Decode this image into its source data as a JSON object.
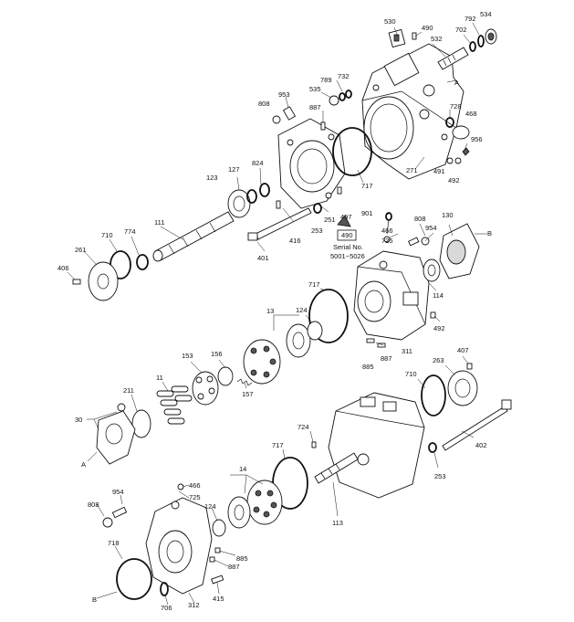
{
  "diagram": {
    "parts": [
      {
        "id": "p530",
        "text": "530"
      },
      {
        "id": "p490a",
        "text": "490"
      },
      {
        "id": "p792",
        "text": "792"
      },
      {
        "id": "p534",
        "text": "534"
      },
      {
        "id": "p532",
        "text": "532"
      },
      {
        "id": "p702",
        "text": "702"
      },
      {
        "id": "p789",
        "text": "789"
      },
      {
        "id": "p732",
        "text": "732"
      },
      {
        "id": "p535",
        "text": "535"
      },
      {
        "id": "pA1",
        "text": "A"
      },
      {
        "id": "p808a",
        "text": "808"
      },
      {
        "id": "p953",
        "text": "953"
      },
      {
        "id": "p887a",
        "text": "887"
      },
      {
        "id": "p728",
        "text": "728"
      },
      {
        "id": "p468",
        "text": "468"
      },
      {
        "id": "p956",
        "text": "956"
      },
      {
        "id": "p491",
        "text": "491"
      },
      {
        "id": "p492a",
        "text": "492"
      },
      {
        "id": "p271",
        "text": "271"
      },
      {
        "id": "p717a",
        "text": "717"
      },
      {
        "id": "p127",
        "text": "127"
      },
      {
        "id": "p824",
        "text": "824"
      },
      {
        "id": "p123",
        "text": "123"
      },
      {
        "id": "p497",
        "text": "497"
      },
      {
        "id": "p251",
        "text": "251"
      },
      {
        "id": "p253a",
        "text": "253"
      },
      {
        "id": "p416",
        "text": "416"
      },
      {
        "id": "p401",
        "text": "401"
      },
      {
        "id": "p710a",
        "text": "710"
      },
      {
        "id": "p774",
        "text": "774"
      },
      {
        "id": "p111",
        "text": "111"
      },
      {
        "id": "p261",
        "text": "261"
      },
      {
        "id": "p406",
        "text": "406"
      },
      {
        "id": "p901",
        "text": "901"
      },
      {
        "id": "p466a",
        "text": "466"
      },
      {
        "id": "p725a",
        "text": "725"
      },
      {
        "id": "p808b",
        "text": "808"
      },
      {
        "id": "p954a",
        "text": "954"
      },
      {
        "id": "p130",
        "text": "130"
      },
      {
        "id": "pB1",
        "text": "B"
      },
      {
        "id": "p114",
        "text": "114"
      },
      {
        "id": "p717b",
        "text": "717"
      },
      {
        "id": "p13",
        "text": "13"
      },
      {
        "id": "p124a",
        "text": "124"
      },
      {
        "id": "p492b",
        "text": "492"
      },
      {
        "id": "p311",
        "text": "311"
      },
      {
        "id": "p885a",
        "text": "885"
      },
      {
        "id": "p887b",
        "text": "887"
      },
      {
        "id": "p153",
        "text": "153"
      },
      {
        "id": "p156",
        "text": "156"
      },
      {
        "id": "p157",
        "text": "157"
      },
      {
        "id": "p407",
        "text": "407"
      },
      {
        "id": "p263",
        "text": "263"
      },
      {
        "id": "p710b",
        "text": "710"
      },
      {
        "id": "p11",
        "text": "11"
      },
      {
        "id": "p211",
        "text": "211"
      },
      {
        "id": "p30",
        "text": "30"
      },
      {
        "id": "pA2",
        "text": "A"
      },
      {
        "id": "p724",
        "text": "724"
      },
      {
        "id": "p402",
        "text": "402"
      },
      {
        "id": "p717c",
        "text": "717"
      },
      {
        "id": "p253b",
        "text": "253"
      },
      {
        "id": "p113",
        "text": "113"
      },
      {
        "id": "p466b",
        "text": "466"
      },
      {
        "id": "p725b",
        "text": "725"
      },
      {
        "id": "p14",
        "text": "14"
      },
      {
        "id": "p954b",
        "text": "954"
      },
      {
        "id": "p808c",
        "text": "808"
      },
      {
        "id": "p124b",
        "text": "124"
      },
      {
        "id": "p885b",
        "text": "885"
      },
      {
        "id": "p887c",
        "text": "887"
      },
      {
        "id": "p718",
        "text": "718"
      },
      {
        "id": "pB2",
        "text": "B"
      },
      {
        "id": "p706",
        "text": "706"
      },
      {
        "id": "p312",
        "text": "312"
      },
      {
        "id": "p415",
        "text": "415"
      }
    ],
    "boxed_label": "490",
    "serial_line1": "Serial No.",
    "serial_line2": "5001~5026"
  }
}
